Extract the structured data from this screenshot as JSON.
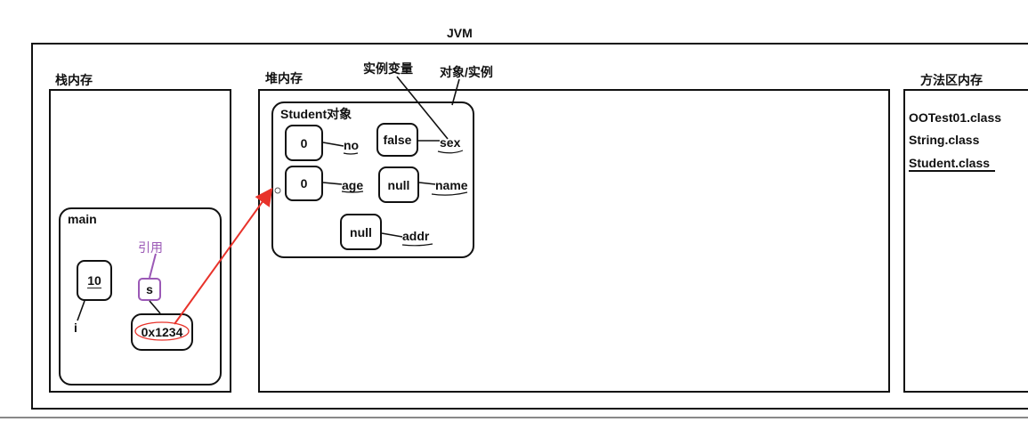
{
  "jvm": {
    "title": "JVM"
  },
  "stack": {
    "title": "栈内存",
    "frame": {
      "title": "main",
      "var_i": {
        "value": "10",
        "name": "i"
      },
      "ref_label": "引用",
      "var_s": {
        "name": "s",
        "value": "0x1234"
      }
    }
  },
  "heap": {
    "title": "堆内存",
    "callout_instance_var": "实例变量",
    "callout_object": "对象/实例",
    "object": {
      "title": "Student对象",
      "fields": [
        {
          "value": "0",
          "name": "no"
        },
        {
          "value": "false",
          "name": "sex"
        },
        {
          "value": "0",
          "name": "age"
        },
        {
          "value": "null",
          "name": "name"
        },
        {
          "value": "null",
          "name": "addr"
        }
      ]
    }
  },
  "method_area": {
    "title": "方法区内存",
    "classes": [
      "OOTest01.class",
      "String.class",
      "Student.class"
    ]
  },
  "colors": {
    "arrow": "#e8322a",
    "reference": "#9b59b6",
    "oval": "#e8322a"
  }
}
